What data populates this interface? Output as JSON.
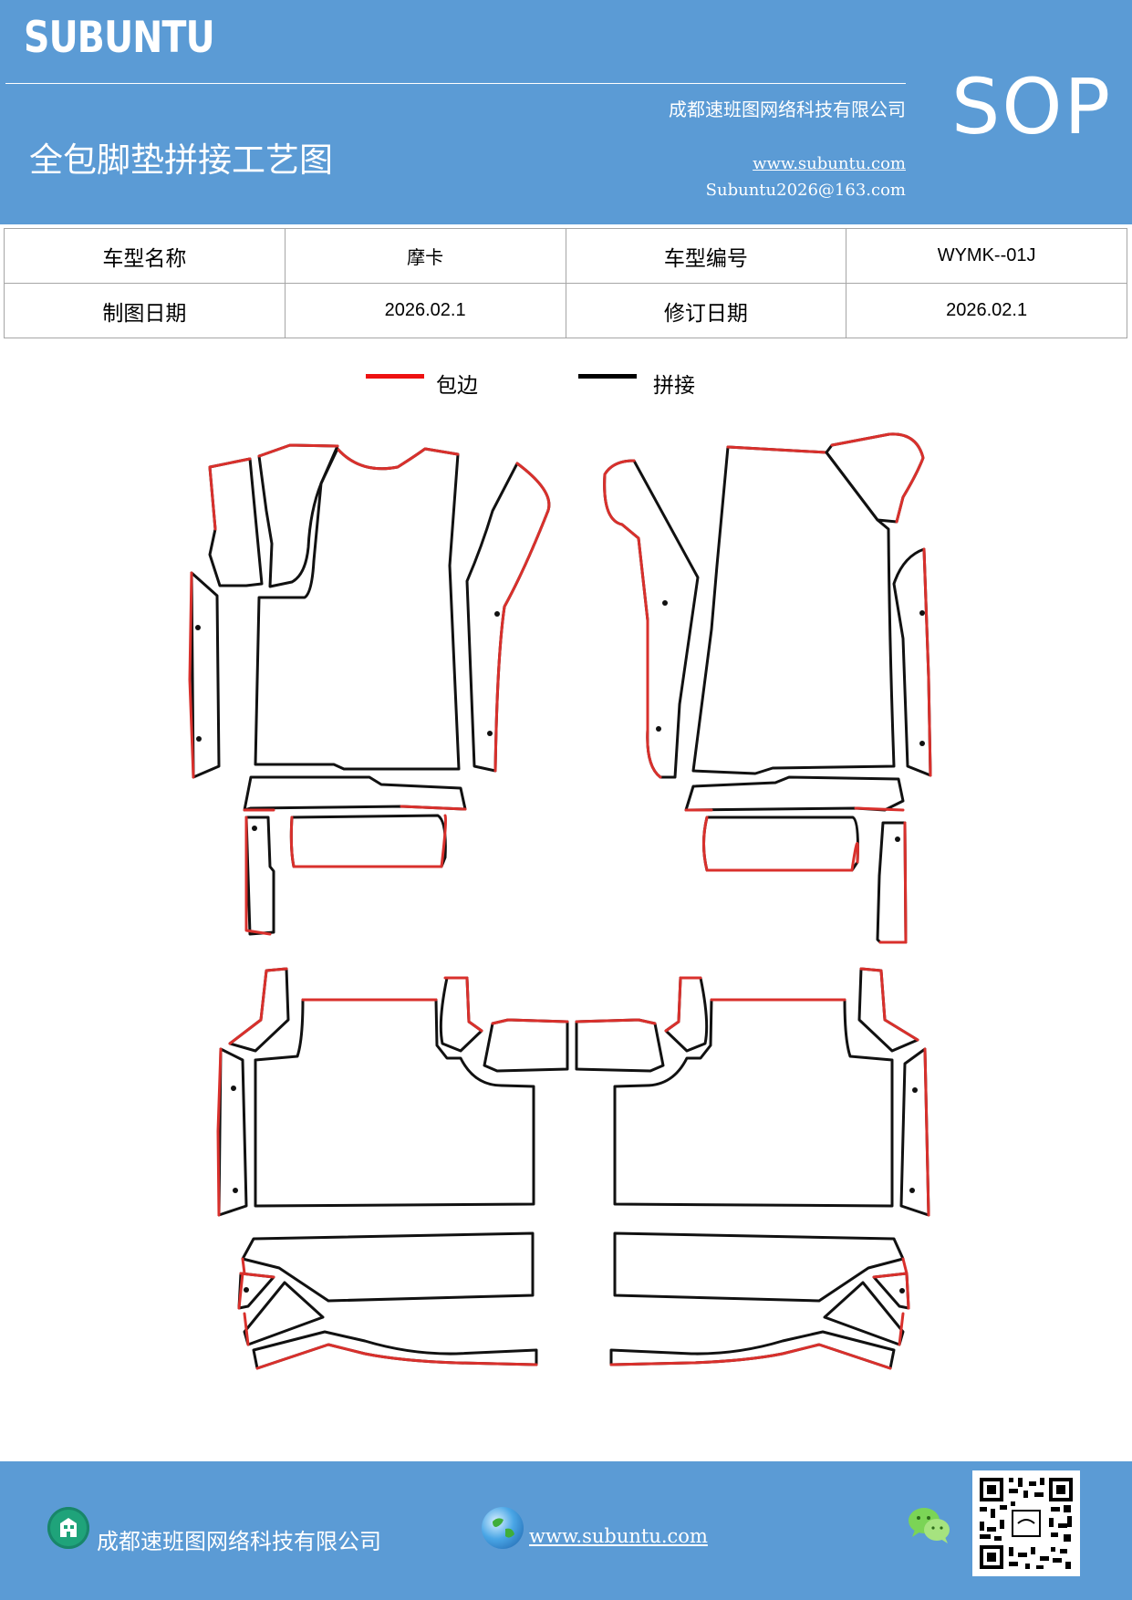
{
  "header": {
    "logo": "SUBUNTU",
    "company": "成都速班图网络科技有限公司",
    "title": "全包脚垫拼接工艺图",
    "website": "www.subuntu.com",
    "email": "Subuntu2026@163.com",
    "badge": "SOP"
  },
  "info_table": {
    "model_name_label": "车型名称",
    "model_name_value": "摩卡",
    "model_code_label": "车型编号",
    "model_code_value": "WYMK--01J",
    "draw_date_label": "制图日期",
    "draw_date_value": "2026.02.1",
    "revise_date_label": "修订日期",
    "revise_date_value": "2026.02.1"
  },
  "legend": {
    "items": [
      {
        "label": "包边",
        "color": "#ee1111"
      },
      {
        "label": "拼接",
        "color": "#000000"
      }
    ]
  },
  "colors": {
    "brand_blue": "#5b9bd5",
    "edge_red": "#d9302c",
    "seam_black": "#111111"
  },
  "footer": {
    "company": "成都速班图网络科技有限公司",
    "website": "www.subuntu.com",
    "icons": [
      "building-icon",
      "globe-icon",
      "wechat-icon",
      "qr-code"
    ]
  }
}
